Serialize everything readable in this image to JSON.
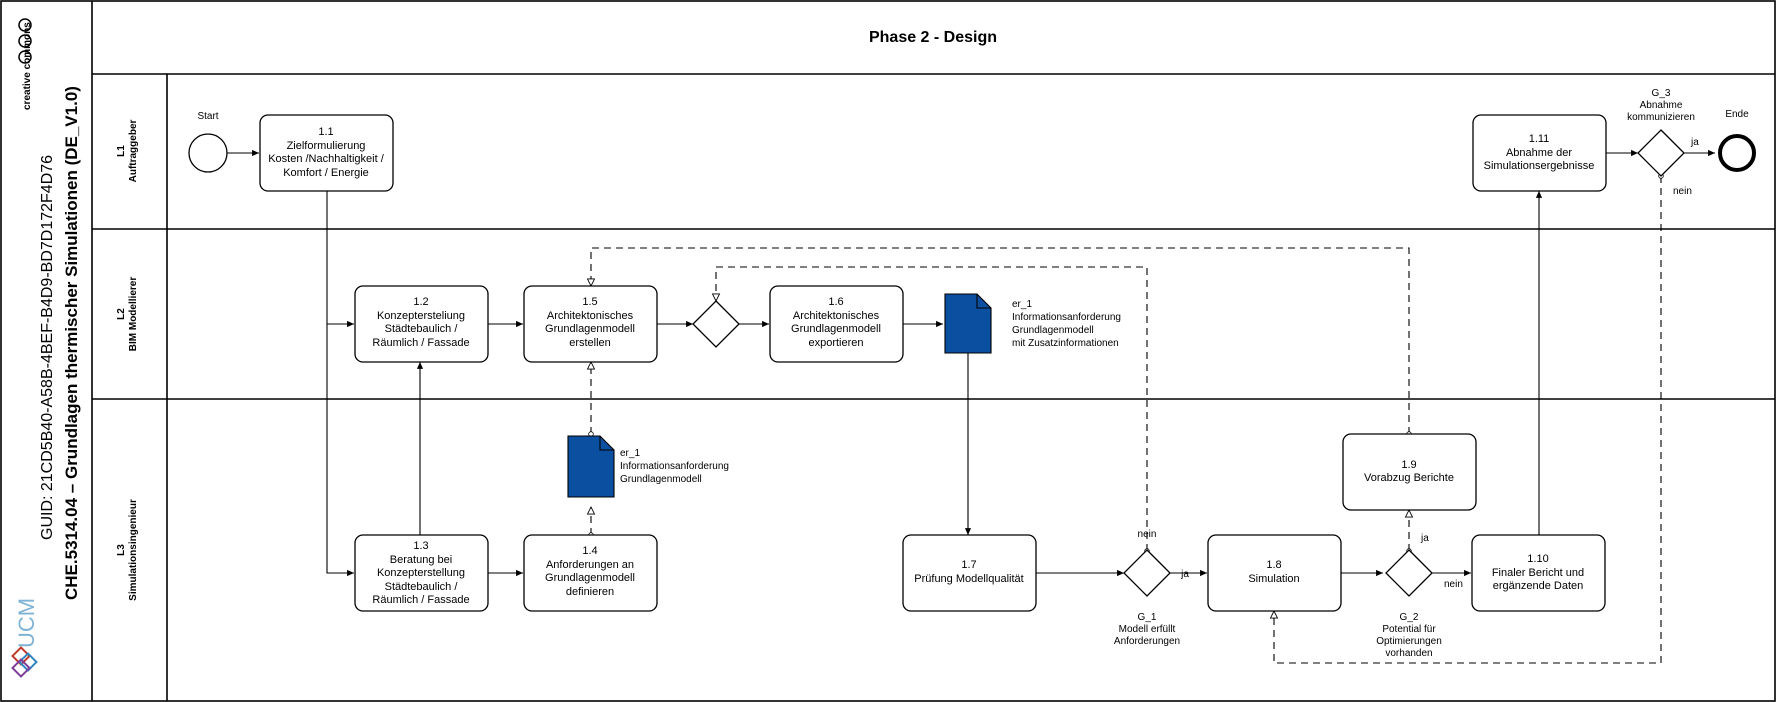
{
  "header": {
    "phase_title": "Phase 2 - Design"
  },
  "side": {
    "guid": "GUID: 21CD5B40-A58B-4BEF-B4D9-BD7D172F4D76",
    "title": "CHE.5314.04 – Grundlagen thermischer Simulationen (DE_V1.0)",
    "cc_text": "creative commons",
    "logo_text": "UCM"
  },
  "lanes": [
    {
      "id": "L1",
      "line1": "L1",
      "line2": "Auftraggeber"
    },
    {
      "id": "L2",
      "line1": "L2",
      "line2": "BIM Modellierer"
    },
    {
      "id": "L3",
      "line1": "L3",
      "line2": "Simulationsingenieur"
    }
  ],
  "events": {
    "start_label": "Start",
    "end_label": "Ende"
  },
  "tasks": {
    "t1_1": [
      "1.1",
      "Zielformulierung",
      "Kosten /Nachhaltigkeit /",
      "Komfort / Energie"
    ],
    "t1_2": [
      "1.2",
      "Konzeptersteliung",
      "Städtebaulich /",
      "Räumlich / Fassade"
    ],
    "t1_3": [
      "1.3",
      "Beratung bei",
      "Konzepterstellung",
      "Städtebaulich /",
      "Räumlich / Fassade"
    ],
    "t1_4": [
      "1.4",
      "Anforderungen an",
      "Grundlagenmodell",
      "definieren"
    ],
    "t1_5": [
      "1.5",
      "Architektonisches",
      "Grundlagenmodell",
      "erstellen"
    ],
    "t1_6": [
      "1.6",
      "Architektonisches",
      "Grundlagenmodell",
      "exportieren"
    ],
    "t1_7": [
      "1.7",
      "Prüfung Modellqualität"
    ],
    "t1_8": [
      "1.8",
      "Simulation"
    ],
    "t1_9": [
      "1.9",
      "Vorabzug Berichte"
    ],
    "t1_10": [
      "1.10",
      "Finaler Bericht und",
      "ergänzende Daten"
    ],
    "t1_11": [
      "1.11",
      "Abnahme der",
      "Simulationsergebnisse"
    ]
  },
  "documents": {
    "d1": [
      "er_1",
      "Informationsanforderung",
      "Grundlagenmodell"
    ],
    "d2": [
      "er_1",
      "Informationsanforderung",
      "Grundlagenmodell",
      "mit Zusatzinformationen"
    ]
  },
  "gateways": {
    "g1": [
      "G_1",
      "Modell erfüllt",
      "Anforderungen"
    ],
    "g2": [
      "G_2",
      "Potential für",
      "Optimierungen",
      "vorhanden"
    ],
    "g3": [
      "G_3",
      "Abnahme",
      "kommunizieren"
    ]
  },
  "flow_labels": {
    "g1_yes": "ja",
    "g1_no": "nein",
    "g2_yes": "ja",
    "g2_no": "nein",
    "g3_yes": "ja",
    "g3_no": "nein"
  },
  "colors": {
    "document_fill": "#0b4fa0",
    "line": "#000000"
  }
}
